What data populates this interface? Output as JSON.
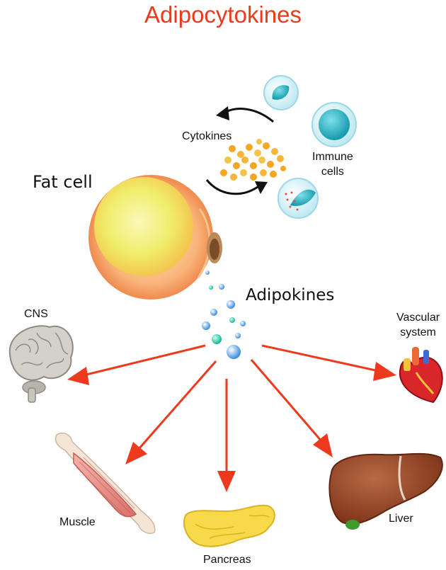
{
  "title": "Adipocytokines",
  "labels": {
    "fat_cell": "Fat cell",
    "cytokines": "Cytokines",
    "immune_line1": "Immune",
    "immune_line2": "cells",
    "adipokines": "Adipokines",
    "cns": "CNS",
    "vascular_line1": "Vascular",
    "vascular_line2": "system",
    "muscle": "Muscle",
    "pancreas": "Pancreas",
    "liver": "Liver"
  },
  "colors": {
    "title": "#ee3a1c",
    "arrow": "#ee3a1c",
    "fat_cell_outer": "#f7a46a",
    "fat_cell_inner": "#f5f06a",
    "cytokine_dots": "#f5a623",
    "immune_cell": "#27b3c4",
    "adipokine_dots": "#5fa8e8",
    "liver": "#9a4a2a",
    "pancreas": "#f7d94a",
    "muscle": "#e8958f",
    "heart": "#d8262a",
    "brain": "#c8c4be"
  },
  "icons": [
    "fat-cell-icon",
    "immune-cell-icon",
    "cytokine-particles-icon",
    "brain-icon",
    "heart-icon",
    "muscle-icon",
    "pancreas-icon",
    "liver-icon"
  ]
}
